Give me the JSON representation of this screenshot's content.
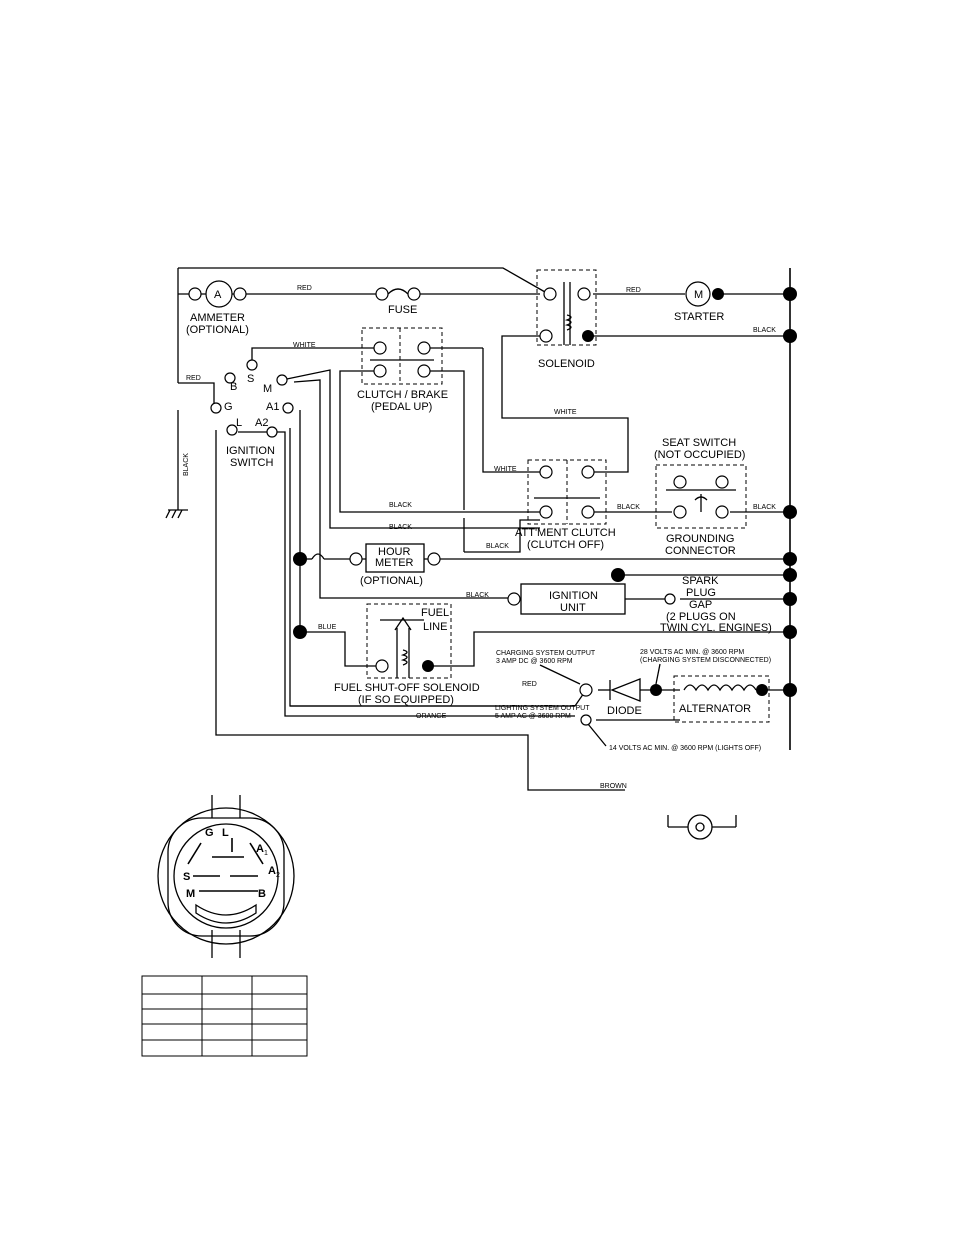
{
  "components": {
    "ammeter": {
      "symbol": "A",
      "label_1": "AMMETER",
      "label_2": "(OPTIONAL)"
    },
    "fuse": {
      "label": "FUSE"
    },
    "solenoid": {
      "label": "SOLENOID"
    },
    "starter": {
      "symbol": "M",
      "label": "STARTER"
    },
    "clutch_brake": {
      "label_1": "CLUTCH / BRAKE",
      "label_2": "(PEDAL UP)"
    },
    "ignition_switch": {
      "label_1": "IGNITION",
      "label_2": "SWITCH",
      "terminals": {
        "b": "B",
        "s": "S",
        "m": "M",
        "g": "G",
        "a1": "A1",
        "l": "L",
        "a2": "A2"
      }
    },
    "seat_switch": {
      "label_1": "SEAT SWITCH",
      "label_2": "(NOT OCCUPIED)"
    },
    "grounding_connector": {
      "label_1": "GROUNDING",
      "label_2": "CONNECTOR"
    },
    "attachment_clutch": {
      "label_1": "ATT'MENT CLUTCH",
      "label_2": "(CLUTCH OFF)"
    },
    "hour_meter": {
      "label_1": "HOUR",
      "label_2": "METER",
      "label_3": "(OPTIONAL)"
    },
    "ignition_unit": {
      "label_1": "IGNITION",
      "label_2": "UNIT"
    },
    "spark_plug": {
      "label_1": "SPARK",
      "label_2": "PLUG",
      "label_3": "GAP",
      "label_4": "(2 PLUGS ON",
      "label_5": "TWIN CYL. ENGINES)"
    },
    "fuel_solenoid": {
      "fuel": "FUEL",
      "line": "LINE",
      "label_1": "FUEL SHUT-OFF SOLENOID",
      "label_2": "(IF SO EQUIPPED)"
    },
    "diode": {
      "label": "DIODE"
    },
    "alternator": {
      "label": "ALTERNATOR"
    }
  },
  "wire_colors": {
    "red": "RED",
    "white": "WHITE",
    "black": "BLACK",
    "blue": "BLUE",
    "orange": "ORANGE",
    "brown": "BROWN"
  },
  "notes": {
    "charging_1": "CHARGING SYSTEM OUTPUT",
    "charging_2": "3 AMP DC @ 3600 RPM",
    "volts28_1": "28 VOLTS AC MIN. @ 3600 RPM",
    "volts28_2": "(CHARGING SYSTEM DISCONNECTED)",
    "lighting_1": "LIGHTING SYSTEM OUTPUT",
    "lighting_2": "5 AMP AC @ 3600 RPM",
    "volts14": "14 VOLTS AC MIN. @ 3600 RPM (LIGHTS OFF)"
  },
  "connector_pins": {
    "g": "G",
    "l": "L",
    "a1": "A",
    "a1_sub": "1",
    "a2": "A",
    "a2_sub": "2",
    "s": "S",
    "m": "M",
    "b": "B"
  }
}
